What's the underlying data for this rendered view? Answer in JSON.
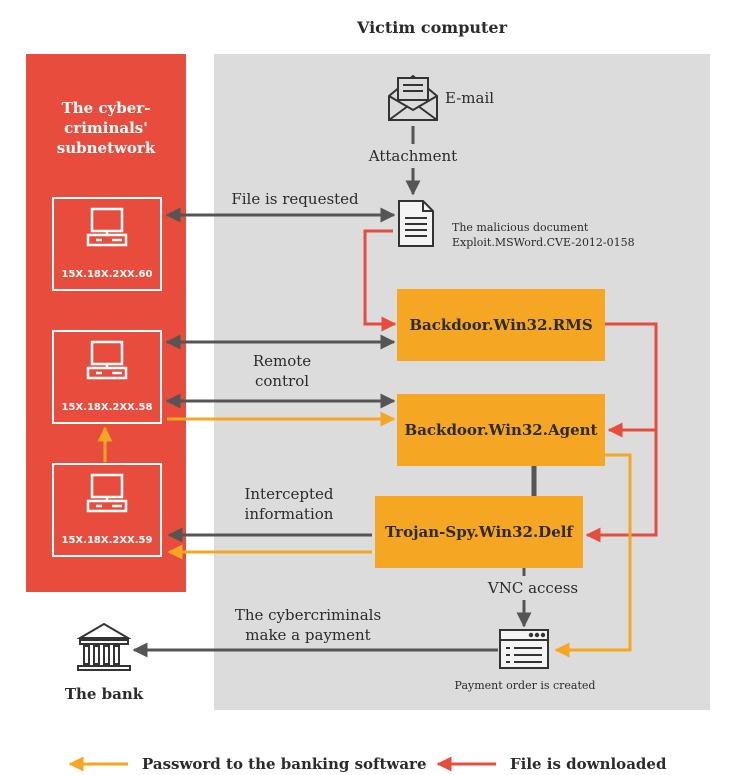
{
  "title": "Victim computer",
  "subnetwork": {
    "title": "The cyber-\ncriminals'\nsubnetwork",
    "computers": [
      {
        "ip": "15X.18X.2XX.60"
      },
      {
        "ip": "15X.18X.2XX.58"
      },
      {
        "ip": "15X.18X.2XX.59"
      }
    ]
  },
  "nodes": {
    "email": "E-mail",
    "attachment": "Attachment",
    "document_caption": "The malicious document\nExploit.MSWord.CVE-2012-0158",
    "backdoor_rms": "Backdoor.Win32.RMS",
    "backdoor_agent": "Backdoor.Win32.Agent",
    "trojan": "Trojan-Spy.Win32.Delf",
    "payment_order": "Payment order is created",
    "bank": "The bank"
  },
  "edge_labels": {
    "file_requested": "File is requested",
    "remote_control": "Remote\ncontrol",
    "intercepted": "Intercepted\ninformation",
    "vnc": "VNC access",
    "payment": "The cybercriminals\nmake a payment"
  },
  "legend": [
    {
      "label": "Password to the banking software",
      "color": "#f5a623"
    },
    {
      "label": "File is downloaded",
      "color": "#e84c3d"
    }
  ],
  "colors": {
    "gray_arrow": "#555555",
    "orange": "#f5a623",
    "red": "#e84c3d"
  }
}
